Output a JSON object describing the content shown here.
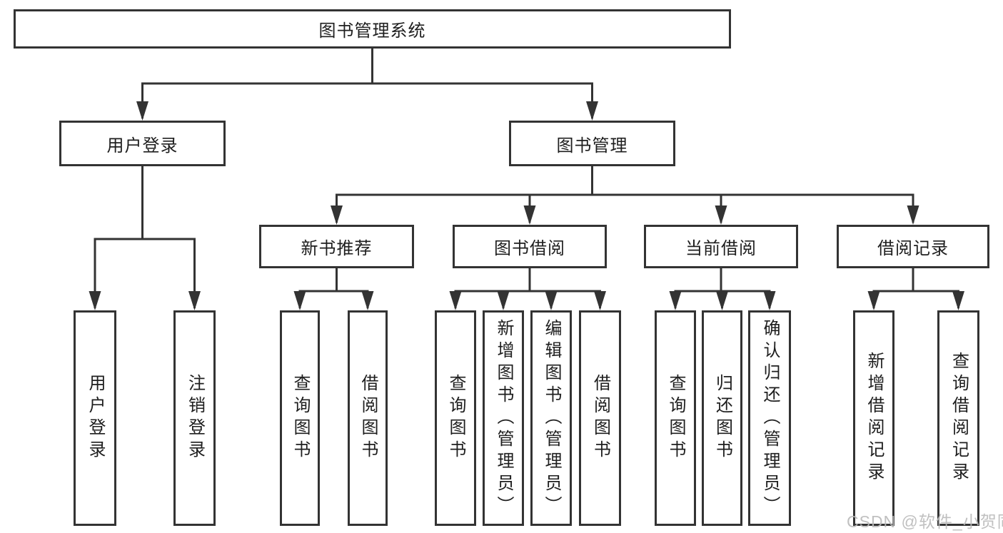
{
  "diagram": {
    "root_label": "图书管理系统",
    "branches": [
      {
        "label": "用户登录",
        "children": [
          {
            "label": "用户登录"
          },
          {
            "label": "注销登录"
          }
        ]
      },
      {
        "label": "图书管理",
        "children": [
          {
            "label": "新书推荐",
            "children": [
              {
                "label": "查询图书"
              },
              {
                "label": "借阅图书"
              }
            ]
          },
          {
            "label": "图书借阅",
            "children": [
              {
                "label": "查询图书"
              },
              {
                "label": "新增图书（管理员）"
              },
              {
                "label": "编辑图书（管理员）"
              },
              {
                "label": "借阅图书"
              }
            ]
          },
          {
            "label": "当前借阅",
            "children": [
              {
                "label": "查询图书"
              },
              {
                "label": "归还图书"
              },
              {
                "label": "确认归还（管理员）"
              }
            ]
          },
          {
            "label": "借阅记录",
            "children": [
              {
                "label": "新增借阅记录"
              },
              {
                "label": "查询借阅记录"
              }
            ]
          }
        ]
      }
    ]
  },
  "watermark": {
    "text": "CSDN @软件_小贺同学"
  },
  "colors": {
    "line": "#333333",
    "text": "#1e1e1e",
    "background": "#ffffff",
    "watermark": "#b9b9b9"
  }
}
